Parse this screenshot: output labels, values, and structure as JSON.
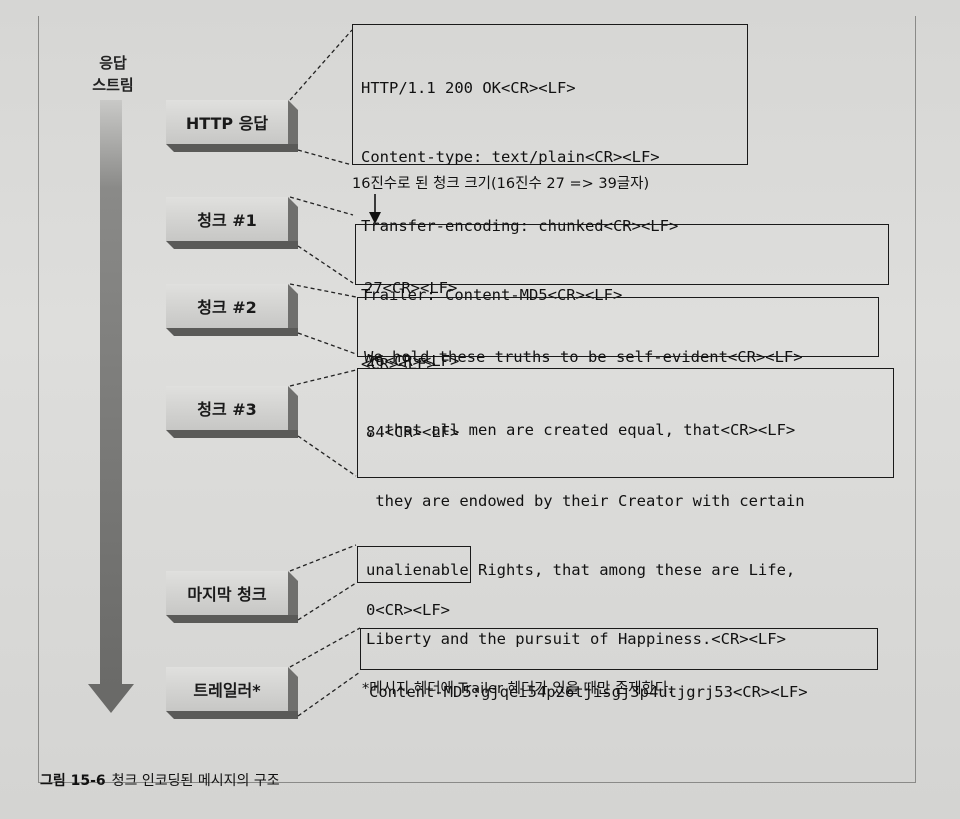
{
  "stream_label": [
    "응답",
    "스트림"
  ],
  "blocks": [
    {
      "label": "HTTP 응답"
    },
    {
      "label": "청크 #1"
    },
    {
      "label": "청크 #2"
    },
    {
      "label": "청크 #3"
    },
    {
      "label": "마지막 청크"
    },
    {
      "label": "트레일러*"
    }
  ],
  "boxes": {
    "http_response": [
      "HTTP/1.1 200 OK<CR><LF>",
      "Content-type: text/plain<CR><LF>",
      "Transfer-encoding: chunked<CR><LF>",
      "Trailer: Content-MD5<CR><LF>",
      "<CR><LF>"
    ],
    "chunk1": [
      "27<CR><LF>",
      "We hold these truths to be self-evident<CR><LF>"
    ],
    "chunk2": [
      "26<CR><LF>",
      ", that all men are created equal, that<CR><LF>"
    ],
    "chunk3": [
      "84<CR><LF>",
      " they are endowed by their Creator with certain",
      "unalienable Rights, that among these are Life,",
      "Liberty and the pursuit of Happiness.<CR><LF>"
    ],
    "last_chunk": [
      "0<CR><LF>"
    ],
    "trailer": [
      "Content-MD5:gjqei54p26tjisgj3p4utjgrj53<CR><LF>"
    ]
  },
  "chunk_size_note": "16진수로 된 청크 크기(16진수 27 => 39글자)",
  "trailer_note": "*메시지 헤더에 Trailer 헤더가 있을 때만 존재한다.",
  "caption": {
    "figure_number": "그림 15-6",
    "title": "청크 인코딩된 메시지의 구조"
  }
}
